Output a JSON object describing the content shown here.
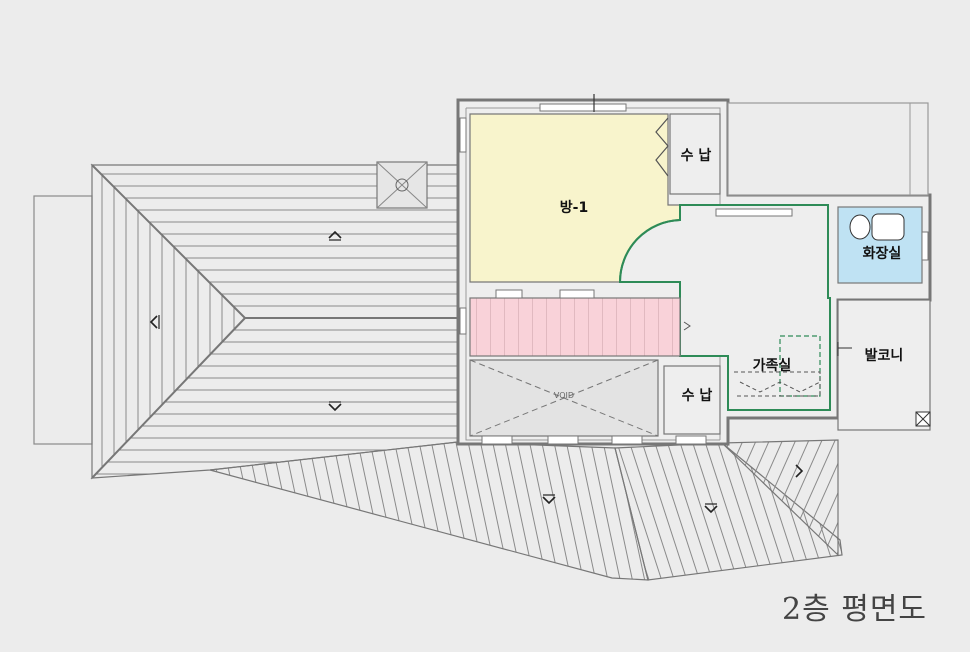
{
  "title": "2층 평면도",
  "rooms": {
    "room1": "방-1",
    "storage_top": "수 납",
    "bathroom": "화장실",
    "family_room": "가족실",
    "balcony": "발코니",
    "storage_bottom": "수 납"
  },
  "void_label": "VOID",
  "colors": {
    "room1_fill": "#f8f4cc",
    "stair_fill": "#f9d2d9",
    "bathroom_fill": "#bfe2f3",
    "family_outline": "#2e8b57",
    "roof_lines": "#888888",
    "walls": "#777777"
  }
}
